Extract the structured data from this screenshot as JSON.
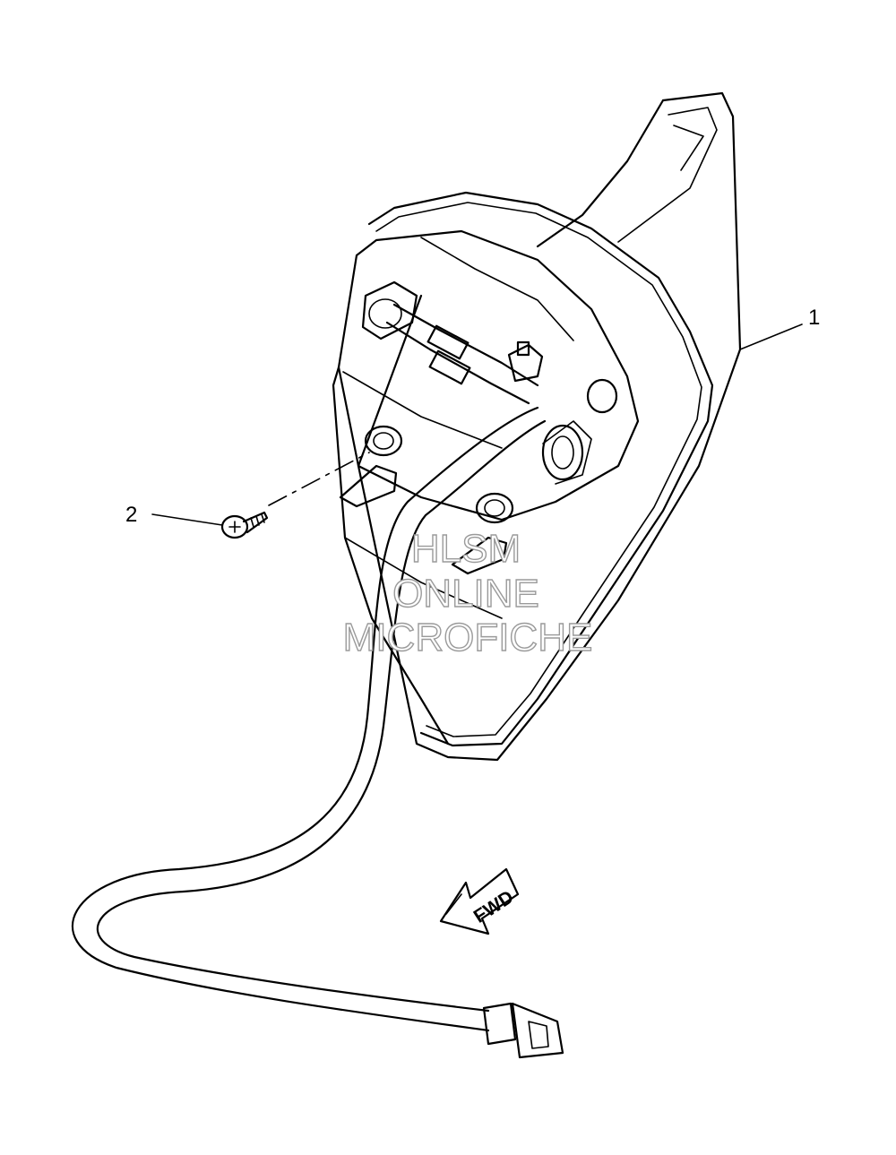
{
  "callouts": [
    {
      "label": "1",
      "part": "tail light assembly"
    },
    {
      "label": "2",
      "part": "screw"
    }
  ],
  "direction_arrow": {
    "label": "FWD"
  },
  "watermark": {
    "lines": [
      "HLSM",
      "ONLINE",
      "MICROFICHE"
    ]
  }
}
